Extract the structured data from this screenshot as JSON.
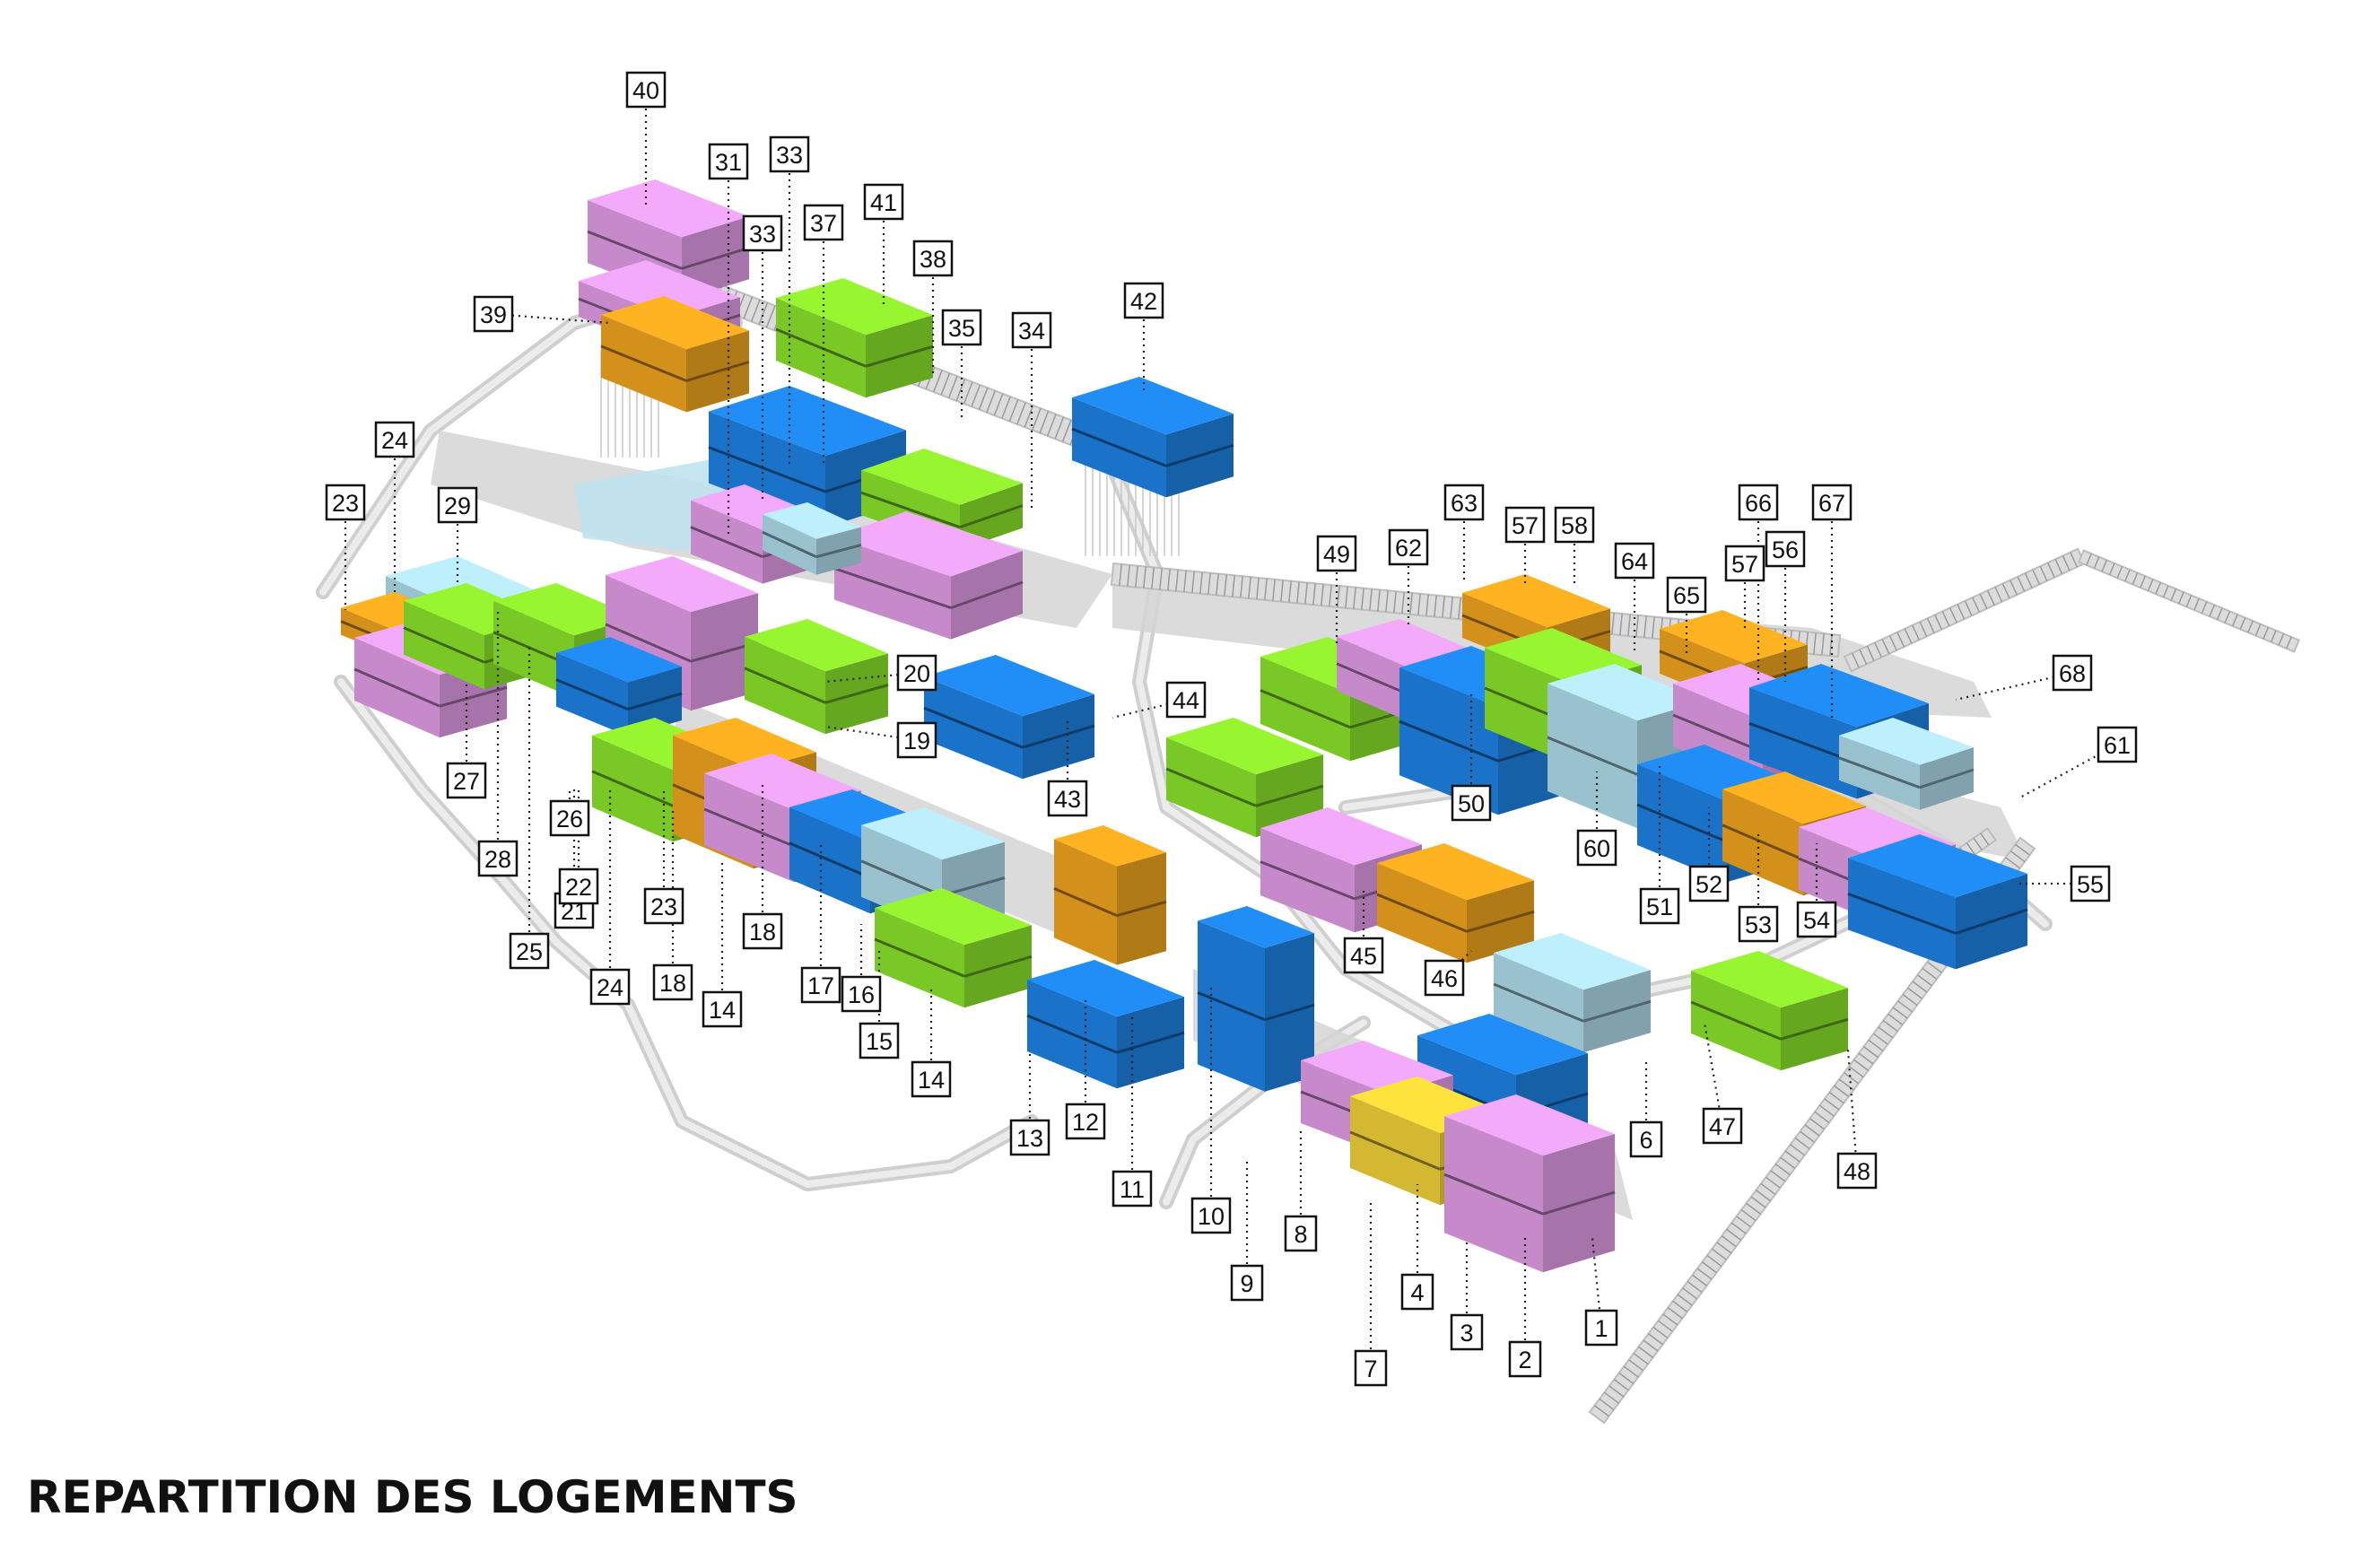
{
  "title": "REPARTITION DES LOGEMENTS",
  "colors": {
    "pink": "#e6a0ec",
    "green": "#8ee82c",
    "blue": "#1f86ea",
    "orange": "#f5a91f",
    "light_blue": "#b3e1ef",
    "yellow": "#f7d63a",
    "grey": "#d8d8d8"
  },
  "labels": [
    "40",
    "31",
    "33",
    "33",
    "37",
    "41",
    "38",
    "35",
    "34",
    "42",
    "39",
    "24",
    "23",
    "29",
    "20",
    "19",
    "44",
    "43",
    "49",
    "62",
    "63",
    "57",
    "58",
    "64",
    "65",
    "57",
    "66",
    "56",
    "67",
    "68",
    "61",
    "55",
    "54",
    "53",
    "52",
    "51",
    "60",
    "50",
    "45",
    "46",
    "47",
    "48",
    "6",
    "1",
    "2",
    "3",
    "4",
    "7",
    "8",
    "9",
    "10",
    "11",
    "12",
    "13",
    "14",
    "15",
    "16",
    "17",
    "18",
    "14",
    "18",
    "23",
    "24",
    "21",
    "22",
    "26",
    "25",
    "28",
    "27"
  ]
}
